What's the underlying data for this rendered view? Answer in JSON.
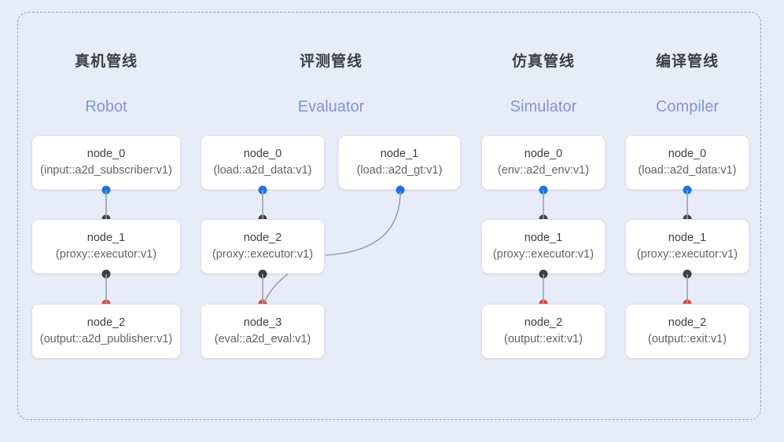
{
  "diagram": {
    "background_color": "#e8ecf8",
    "frame": {
      "style": "dashed",
      "color": "#9aa2b8"
    },
    "port_colors": {
      "input": "#1a73e8",
      "middle": "#3c4043",
      "output": "#ea4335"
    },
    "edge_color": "#9aa0a6"
  },
  "columns": [
    {
      "title_cn": "真机管线",
      "title_en": "Robot",
      "nodes": [
        {
          "title": "node_0",
          "sub": "(input::a2d_subscriber:v1)"
        },
        {
          "title": "node_1",
          "sub": "(proxy::executor:v1)"
        },
        {
          "title": "node_2",
          "sub": "(output::a2d_publisher:v1)"
        }
      ]
    },
    {
      "title_cn": "评测管线",
      "title_en": "Evaluator",
      "nodes": [
        {
          "title": "node_0",
          "sub": "(load::a2d_data:v1)"
        },
        {
          "title": "node_2",
          "sub": "(proxy::executor:v1)"
        },
        {
          "title": "node_3",
          "sub": "(eval::a2d_eval:v1)"
        }
      ],
      "side_node": {
        "title": "node_1",
        "sub": "(load::a2d_gt:v1)"
      }
    },
    {
      "title_cn": "仿真管线",
      "title_en": "Simulator",
      "nodes": [
        {
          "title": "node_0",
          "sub": "(env::a2d_env:v1)"
        },
        {
          "title": "node_1",
          "sub": "(proxy::executor:v1)"
        },
        {
          "title": "node_2",
          "sub": "(output::exit:v1)"
        }
      ]
    },
    {
      "title_cn": "编译管线",
      "title_en": "Compiler",
      "nodes": [
        {
          "title": "node_0",
          "sub": "(load::a2d_data:v1)"
        },
        {
          "title": "node_1",
          "sub": "(proxy::executor:v1)"
        },
        {
          "title": "node_2",
          "sub": "(output::exit:v1)"
        }
      ]
    }
  ]
}
